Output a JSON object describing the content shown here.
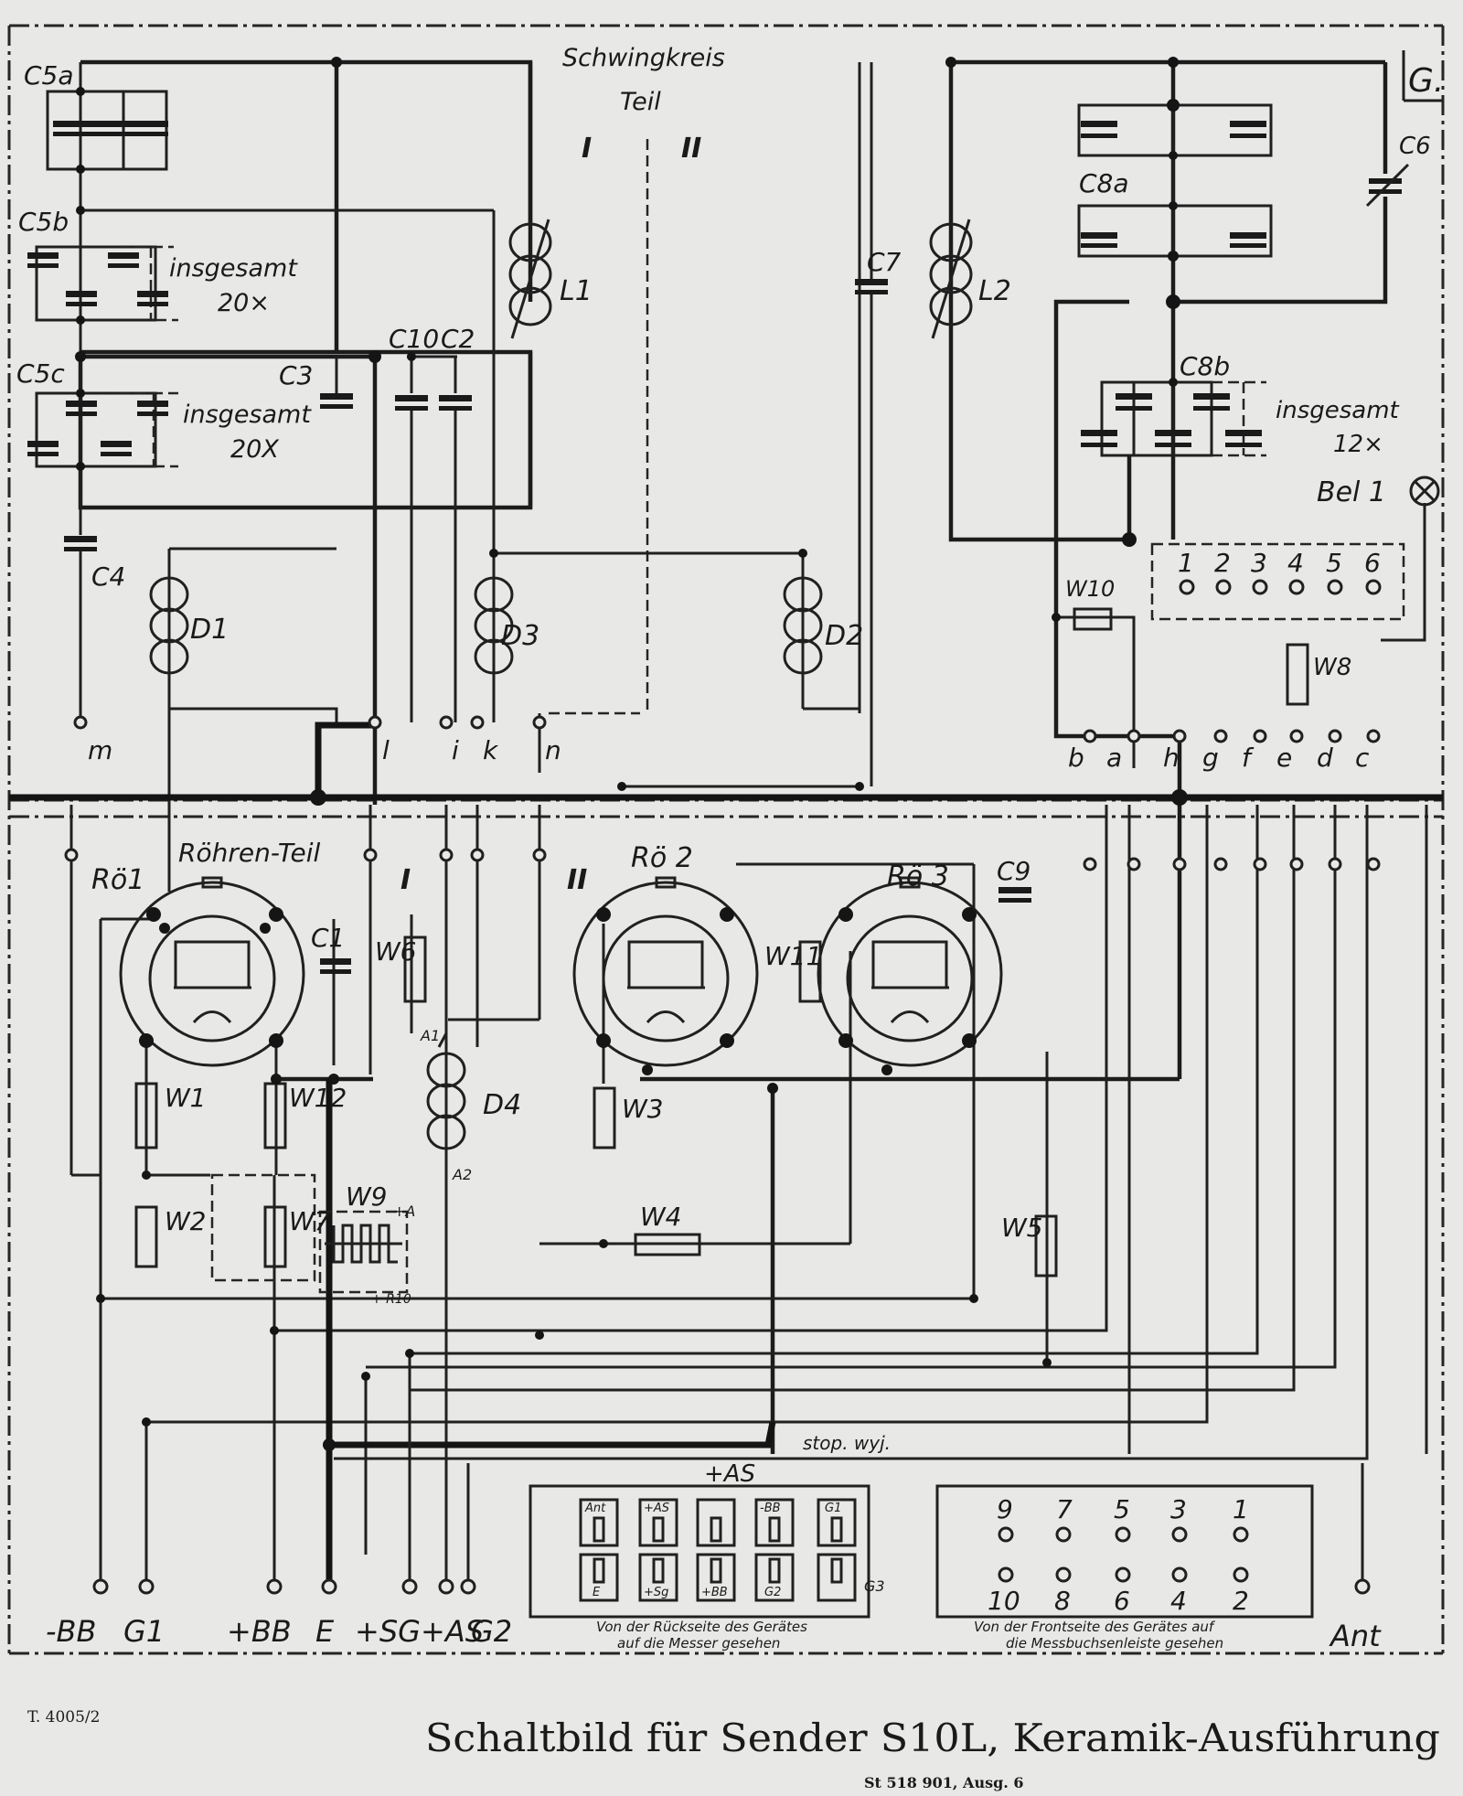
{
  "header": {
    "section_title_1": "Schwingkreis",
    "section_title_2": "Teil",
    "part_left": "I",
    "part_right": "II",
    "corner_tag": "G."
  },
  "components": {
    "c5a": "C5a",
    "c5b": "C5b",
    "c5c": "C5c",
    "c3": "C3",
    "c10": "C10",
    "c2": "C2",
    "c4": "C4",
    "c7": "C7",
    "c6": "C6",
    "c8a": "C8a",
    "c8b": "C8b",
    "c9": "C9",
    "c1": "C1",
    "l1": "L1",
    "l2": "L2",
    "d1": "D1",
    "d2": "D2",
    "d3": "D3",
    "d4": "D4",
    "w10": "W10",
    "w8": "W8",
    "w6": "W6",
    "w1": "W1",
    "w12": "W12",
    "w2": "W2",
    "w7": "W7",
    "w9": "W9",
    "w3": "W3",
    "w4": "W4",
    "w11": "W11",
    "w5": "W5",
    "ro1": "Rö1",
    "ro2": "Rö 2",
    "ro3": "Rö 3",
    "bel1": "Bel 1",
    "a1": "A1",
    "a2": "A2",
    "r10": "+ R10",
    "plus_a": "+A",
    "insgesamt_1": "insgesamt",
    "count_1": "20×",
    "insgesamt_2": "insgesamt",
    "count_2": "20X",
    "insgesamt_3": "insgesamt",
    "count_3": "12×"
  },
  "roehren_teil": {
    "title": "Röhren-Teil",
    "part_left": "I",
    "part_right": "II"
  },
  "connector_letters": [
    "m",
    "l",
    "i",
    "k",
    "n",
    "b",
    "a",
    "h",
    "g",
    "f",
    "e",
    "d",
    "c"
  ],
  "switch_numbers": [
    "1",
    "2",
    "3",
    "4",
    "5",
    "6"
  ],
  "terminals": [
    "-BB",
    "G1",
    "+BB",
    "E",
    "+SG",
    "+AS",
    "G2",
    "Ant"
  ],
  "rear_panel": {
    "slots_top": [
      "Ant",
      "+AS",
      "",
      "-BB",
      "G1"
    ],
    "slots_bottom": [
      "E",
      "+Sg",
      "+BB",
      "G2",
      ""
    ],
    "side_note": "G3",
    "caption_1": "Von der Rückseite des Gerätes",
    "caption_2": "auf die Messer gesehen"
  },
  "front_panel": {
    "top_numbers": [
      "9",
      "7",
      "5",
      "3",
      "1"
    ],
    "bottom_numbers": [
      "10",
      "8",
      "6",
      "4",
      "2"
    ],
    "caption_1": "Von der Frontseite des Gerätes auf",
    "caption_2": "die Messbuchsenleiste gesehen"
  },
  "annotations": {
    "handwritten_1": "stop. wyj.",
    "handwritten_2": "+AS"
  },
  "footer": {
    "doc_ref": "T. 4005/2",
    "title": "Schaltbild für Sender S10L, Keramik-Ausführung",
    "part_no": "St 518 901, Ausg. 6"
  }
}
